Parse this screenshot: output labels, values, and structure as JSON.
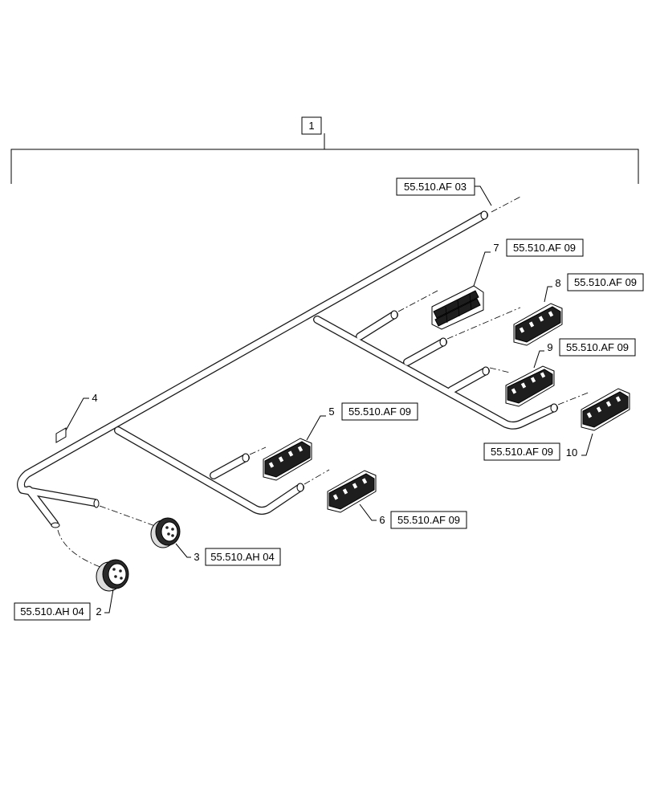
{
  "assembly": {
    "item_number": "1"
  },
  "callouts": [
    {
      "item": "",
      "ref": "55.510.AF 03"
    },
    {
      "item": "7",
      "ref": "55.510.AF 09"
    },
    {
      "item": "8",
      "ref": "55.510.AF 09"
    },
    {
      "item": "9",
      "ref": "55.510.AF 09"
    },
    {
      "item": "10",
      "ref": "55.510.AF 09"
    },
    {
      "item": "5",
      "ref": "55.510.AF 09"
    },
    {
      "item": "6",
      "ref": "55.510.AF 09"
    },
    {
      "item": "3",
      "ref": "55.510.AH 04"
    },
    {
      "item": "2",
      "ref": "55.510.AH 04"
    },
    {
      "item": "4",
      "ref": ""
    }
  ]
}
